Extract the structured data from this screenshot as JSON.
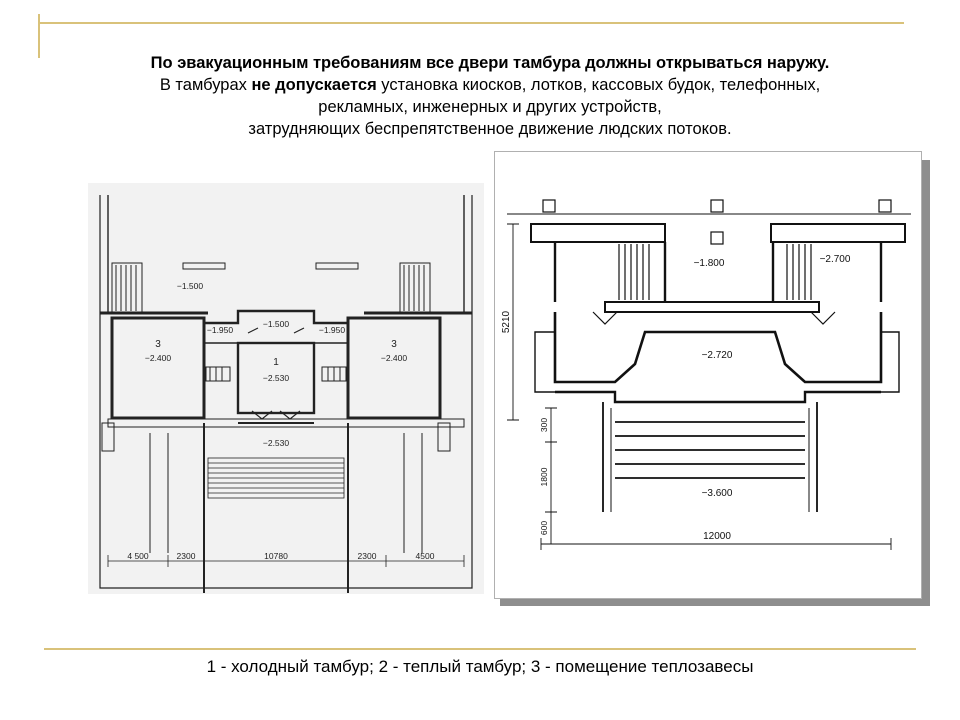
{
  "heading": {
    "line1": "По эвакуационным требованиям все двери тамбура должны открываться наружу.",
    "line2_prefix": "В тамбурах ",
    "line2_bold": "не допускается",
    "line2_suffix": " установка киосков, лотков, кассовых будок, телефонных,",
    "line3": "рекламных, инженерных и других устройств,",
    "line4": "затрудняющих беспрепятственное движение людских потоков."
  },
  "left_plan": {
    "room3_left_num": "3",
    "room3_left_level": "−2.400",
    "room3_right_num": "3",
    "room3_right_level": "−2.400",
    "room1_num": "1",
    "room1_level": "−2.530",
    "level_top": "−1.500",
    "level_mid": "−1.500",
    "level_left_small": "−1.950",
    "level_right_small": "−1.950",
    "level_lower": "−2.530",
    "dims": [
      "4 500",
      "2300",
      "10780",
      "2300",
      "4500"
    ]
  },
  "right_plan": {
    "level_left": "−1.800",
    "level_right": "−2.700",
    "level_center": "−2.720",
    "level_bottom": "−3.600",
    "dim_height": "5210",
    "dim_a": "300",
    "dim_b": "1800",
    "dim_c": "600",
    "dim_width": "12000"
  },
  "caption": "1 - холодный тамбур; 2 - теплый тамбур; 3 - помещение теплозавесы",
  "colors": {
    "accent_rule": "#d9c27a",
    "shadow": "#8e8e8e"
  }
}
